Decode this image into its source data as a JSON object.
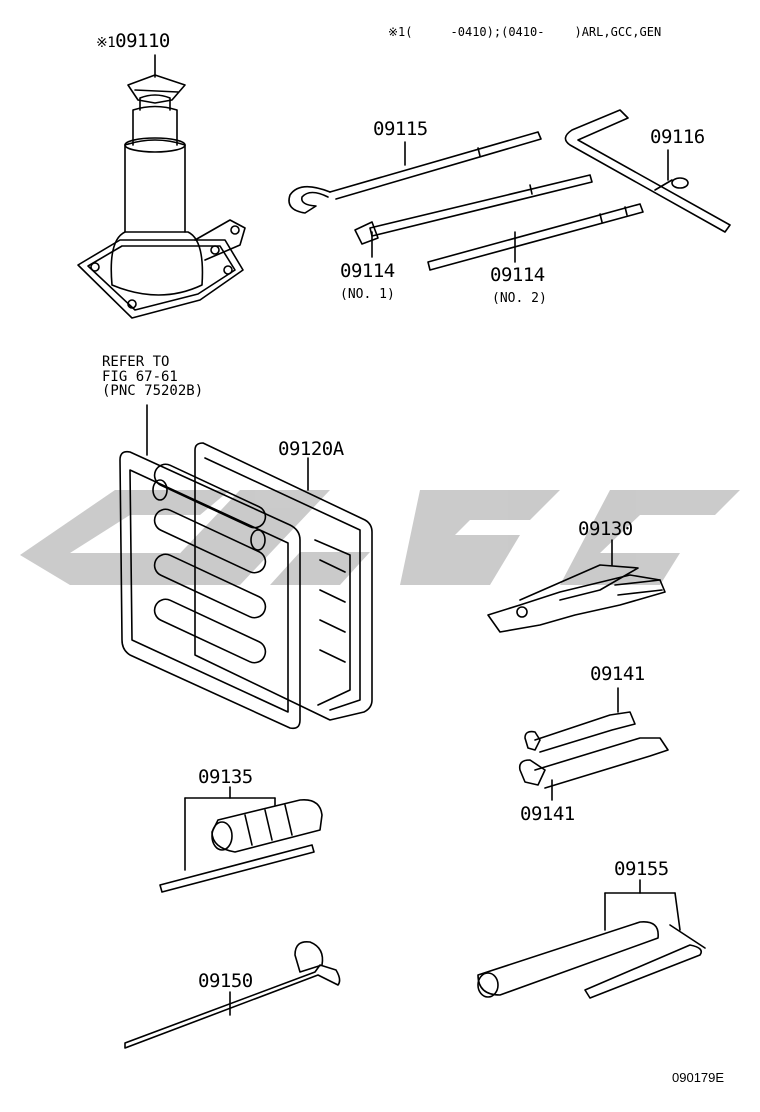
{
  "header_note": {
    "mark": "※1(",
    "range1": "-0410)",
    "sep": ";",
    "range2": "(0410-",
    "models": ")ARL,GCC,GEN"
  },
  "parts": {
    "jack": {
      "mark": "※1",
      "number": "09110"
    },
    "jack_handle_hook": {
      "number": "09115"
    },
    "jack_handle_bar": {
      "number": "09116"
    },
    "extension_no1": {
      "number": "09114",
      "note": "(NO. 1)"
    },
    "extension_no2": {
      "number": "09114",
      "note": "(NO. 2)"
    },
    "tool_bag": {
      "number": "09120A"
    },
    "pliers": {
      "number": "09130"
    },
    "wrench_upper": {
      "number": "09141"
    },
    "wrench_lower": {
      "number": "09141"
    },
    "screwdriver": {
      "number": "09135"
    },
    "wheel_nut_wrench": {
      "number": "09150"
    },
    "spark_plug_wrench": {
      "number": "09155"
    }
  },
  "reference": {
    "line1": "REFER TO",
    "line2": "FIG 67-61",
    "line3": "(PNC 75202B)"
  },
  "illustration_code": "090179E",
  "watermark_color": "#c8c8c8"
}
